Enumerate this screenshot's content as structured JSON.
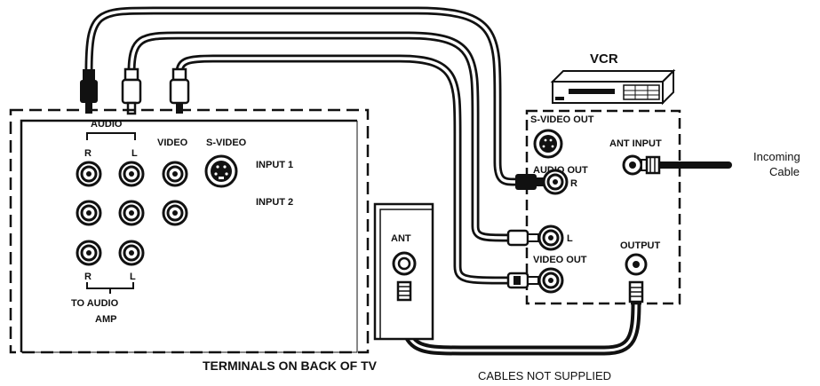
{
  "tv_panel": {
    "audio": "AUDIO",
    "r_top": "R",
    "l_top": "L",
    "video": "VIDEO",
    "svideo": "S-VIDEO",
    "input1": "INPUT 1",
    "input2": "INPUT 2",
    "r_bottom": "R",
    "l_bottom": "L",
    "to_audio": "TO AUDIO",
    "amp": "AMP",
    "caption": "TERMINALS ON BACK OF TV"
  },
  "antenna": {
    "label": "ANT"
  },
  "vcr": {
    "title": "VCR",
    "svideo_out": "S-VIDEO OUT",
    "audio_out": "AUDIO OUT",
    "r": "R",
    "l": "L",
    "video_out": "VIDEO OUT",
    "ant_input": "ANT INPUT",
    "output": "OUTPUT"
  },
  "incoming": {
    "line1": "Incoming",
    "line2": "Cable"
  },
  "footer": {
    "cables_note": "CABLES NOT SUPPLIED"
  }
}
